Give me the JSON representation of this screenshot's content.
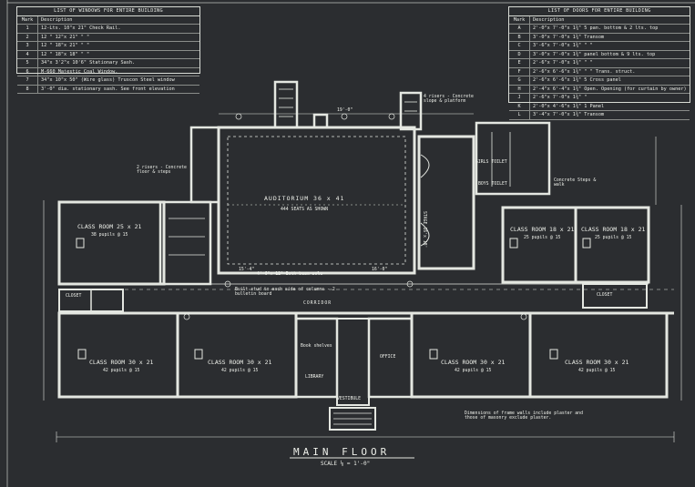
{
  "windows_schedule": {
    "title": "LIST OF WINDOWS FOR ENTIRE BUILDING",
    "columns": [
      "Mark",
      "Description"
    ],
    "rows": [
      [
        "1",
        "12-Lts. 10\"x 21\" Check Rail."
      ],
      [
        "2",
        "12 \"  12\"x 21\"  \"  \""
      ],
      [
        "3",
        "12 \"  18\"x 21\"  \"  \""
      ],
      [
        "4",
        "12 \"  18\"x 18\"  \"  \""
      ],
      [
        "5",
        "34\"x 3'2\"x 10'6\"  Stationary Sash."
      ],
      [
        "6",
        "M-660 Majestic Coal Window."
      ],
      [
        "7",
        "34\"x 10\"x 50\" (Wire glass) Truscon Steel window"
      ],
      [
        "8",
        "3'-0\" dia. stationary sash. See front elevation"
      ]
    ]
  },
  "doors_schedule": {
    "title": "LIST OF DOORS FOR ENTIRE BUILDING",
    "columns": [
      "Mark",
      "Description"
    ],
    "rows": [
      [
        "A",
        "2'-0\"x 7'-0\"x 1¾\" 5 pan. bottom & 2 lts. top"
      ],
      [
        "B",
        "3'-0\"x 7'-0\"x 1¾\" Transom"
      ],
      [
        "C",
        "3'-6\"x 7'-0\"x 1¾\" \" \""
      ],
      [
        "D",
        "3'-0\"x 7'-0\"x 1¾\" panel bottom & 9 lts. top"
      ],
      [
        "E",
        "2'-6\"x 7'-0\"x 1¾\" \" \""
      ],
      [
        "F",
        "2'-6\"x 6'-6\"x 1¾\" \" \" Trans. struct."
      ],
      [
        "G",
        "2'-6\"x 6'-6\"x 1¾\" 5 Cross panel"
      ],
      [
        "H",
        "2'-4\"x 6'-4\"x 1¾\" Open. Opening (for curtain by owner)"
      ],
      [
        "J",
        "2'-6\"x 7'-0\"x 1¾\" \""
      ],
      [
        "K",
        "2'-0\"x 4'-6\"x 1¾\" 1 Panel"
      ],
      [
        "L",
        "3'-4\"x 7'-0\"x 1¾\" Transom"
      ]
    ]
  },
  "rooms": {
    "auditorium": "AUDITORIUM 36 x 41",
    "auditorium_seats": "444 SEATS AS SHOWN",
    "stage": "STAGE 16'x 18'",
    "corridor": "CORRIDOR",
    "class_nw": "CLASS ROOM 25 x 21",
    "class_nw_pupils": "38 pupils @ 15",
    "class_ne1": "CLASS ROOM 18 x 21",
    "class_ne1_pupils": "25 pupils @ 15",
    "class_ne2": "CLASS ROOM 18 x 21",
    "class_ne2_pupils": "25 pupils @ 15",
    "class_sw1": "CLASS ROOM 30 x 21",
    "class_sw1_pupils": "42 pupils @ 15",
    "class_sw2": "CLASS ROOM 30 x 21",
    "class_sw2_pupils": "42 pupils @ 15",
    "class_se1": "CLASS ROOM 30 x 21",
    "class_se1_pupils": "42 pupils @ 15",
    "class_se2": "CLASS ROOM 30 x 21",
    "class_se2_pupils": "42 pupils @ 15",
    "library": "LIBRARY",
    "office": "OFFICE",
    "vestibule": "VESTIBULE",
    "girls_toilet": "GIRLS TOILET",
    "boys_toilet": "BOYS TOILET",
    "book_shelves": "Book shelves",
    "closet_left": "CLOSET",
    "closet_right": "CLOSET"
  },
  "annotations": {
    "risers_left": "2 risers - Concrete floor & steps",
    "risers_right": "4 risers - Concrete slope & platform",
    "bulletin": "Built stud to each side of columns - 2 bulletin board",
    "steps_walk": "Concrete Steps & walk",
    "both_beam": "4'-6\"x 12\" Both beam sole",
    "frame_note": "Dimensions of frame walls include plaster and those of masonry exclude plaster.",
    "dim_left": "15'-4\"",
    "dim_right": "16'-0\"",
    "dim_mid": "19'-0\""
  },
  "title_block": {
    "title": "MAIN FLOOR",
    "scale": "SCALE ⅛ = 1'-0\""
  }
}
